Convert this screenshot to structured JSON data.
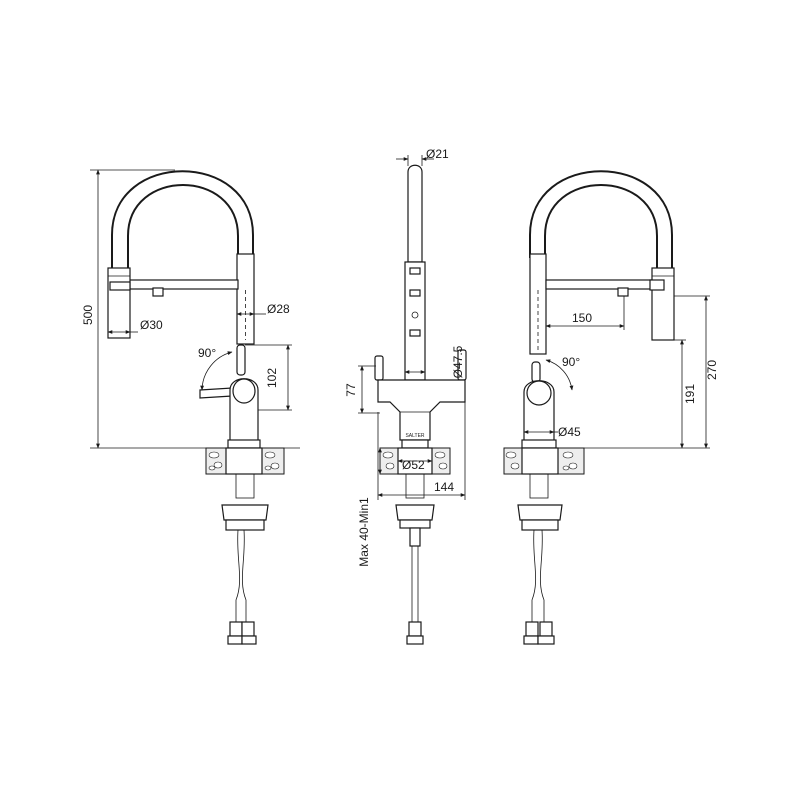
{
  "dimensions": {
    "total_height": "500",
    "spray_head_diameter": "Ø30",
    "body_diameter_upper": "Ø28",
    "lever_rotation_left": "90°",
    "lever_height": "102",
    "spout_tube_diameter": "Ø21",
    "side_body_height": "77",
    "neck_diameter": "Ø47.5",
    "base_diameter_front": "Ø52",
    "base_width": "144",
    "worktop_thickness": "Max 40-Min1",
    "spout_reach": "150",
    "lever_rotation_right": "90°",
    "spout_height_191": "191",
    "spout_height_270": "270",
    "base_diameter_side": "Ø45"
  },
  "logo_text": "SALTER"
}
